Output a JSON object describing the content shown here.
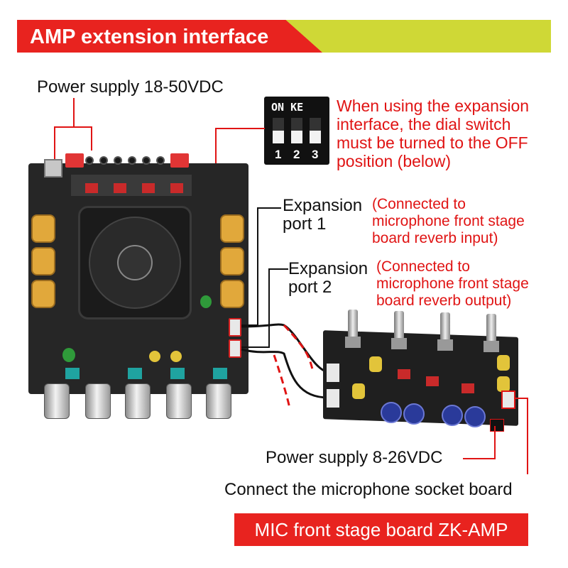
{
  "header": {
    "title": "AMP extension interface"
  },
  "power_amp": {
    "label": "Power supply 18-50VDC"
  },
  "dial_switch": {
    "top_label": "ON KE",
    "numbers": [
      "1",
      "2",
      "3"
    ],
    "note_lines": [
      "When using the expansion",
      "interface, the dial switch",
      "must be turned to the OFF",
      "position (below)"
    ]
  },
  "expansion_port_1": {
    "label_lines": [
      "Expansion",
      "port 1"
    ],
    "note_lines": [
      "(Connected to",
      "microphone front stage",
      "board reverb input)"
    ]
  },
  "expansion_port_2": {
    "label_lines": [
      "Expansion",
      "port 2"
    ],
    "note_lines": [
      "(Connected to",
      "microphone front stage",
      "board reverb output)"
    ]
  },
  "power_mic": {
    "label": "Power supply 8-26VDC"
  },
  "mic_socket": {
    "label": "Connect the microphone socket board"
  },
  "footer_banner": {
    "title": "MIC front stage board ZK-AMP"
  },
  "colors": {
    "accent_red": "#e8231f",
    "banner_yellow": "#cfd836",
    "note_red": "#e01414"
  }
}
